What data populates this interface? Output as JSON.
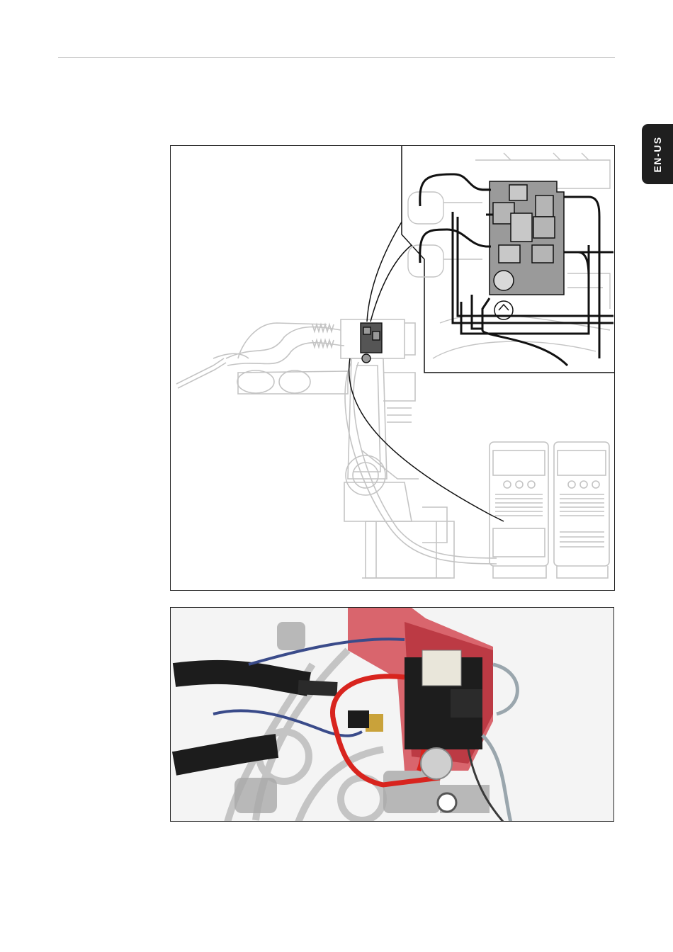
{
  "header": {
    "language_tab": "EN-US"
  },
  "colors": {
    "accent_dark": "#1f1f1f",
    "hose_red": "#d8241e",
    "housing_red": "#c8404a"
  },
  "figures": [
    {
      "id": "robot-system-drawing",
      "kind": "line-drawing"
    },
    {
      "id": "valve-assembly-photo",
      "kind": "photo"
    }
  ]
}
